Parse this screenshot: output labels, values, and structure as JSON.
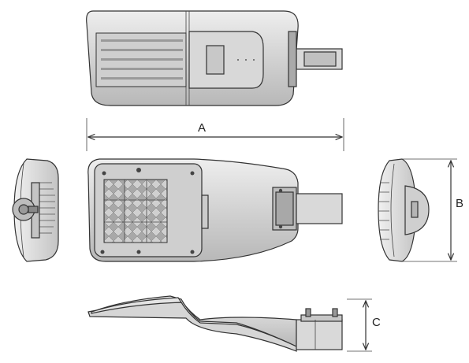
{
  "dimensions": {
    "a": "A",
    "b": "B",
    "c": "C"
  },
  "colors": {
    "line": "#333333",
    "body_fill": "#dcdcdc",
    "panel_fill": "#bfbfbf",
    "led_fill": "#8a8a8a",
    "background": "#ffffff"
  }
}
